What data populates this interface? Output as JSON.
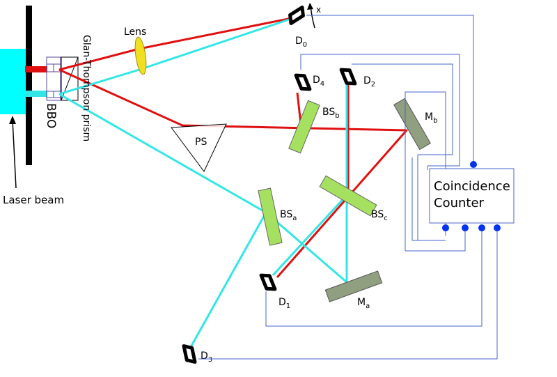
{
  "labels": {
    "lens": "Lens",
    "prism": "Glan-Thompson prism",
    "bbo": "BBO",
    "ps": "PS",
    "laser": "Laser beam",
    "x": "x",
    "counter_line1": "Coincidence",
    "counter_line2": "Counter"
  },
  "detectors": [
    {
      "id": "D0",
      "letter": "D",
      "sub": "0"
    },
    {
      "id": "D1",
      "letter": "D",
      "sub": "1"
    },
    {
      "id": "D2",
      "letter": "D",
      "sub": "2"
    },
    {
      "id": "D3",
      "letter": "D",
      "sub": "3"
    },
    {
      "id": "D4",
      "letter": "D",
      "sub": "4"
    }
  ],
  "beamsplitters": [
    {
      "id": "BSa",
      "letter": "BS",
      "sub": "a"
    },
    {
      "id": "BSb",
      "letter": "BS",
      "sub": "b"
    },
    {
      "id": "BSc",
      "letter": "BS",
      "sub": "c"
    }
  ],
  "mirrors": [
    {
      "id": "Ma",
      "letter": "M",
      "sub": "a"
    },
    {
      "id": "Mb",
      "letter": "M",
      "sub": "b"
    }
  ],
  "colors": {
    "laser": "#00ffff",
    "red_beam": "#e01010",
    "cyan_beam": "#33e6e6",
    "wire": "#4466cc",
    "lens": "#f0e020",
    "beamsplitter": "#a6e060",
    "mirror": "#8f9f80",
    "detector": "#000000"
  }
}
